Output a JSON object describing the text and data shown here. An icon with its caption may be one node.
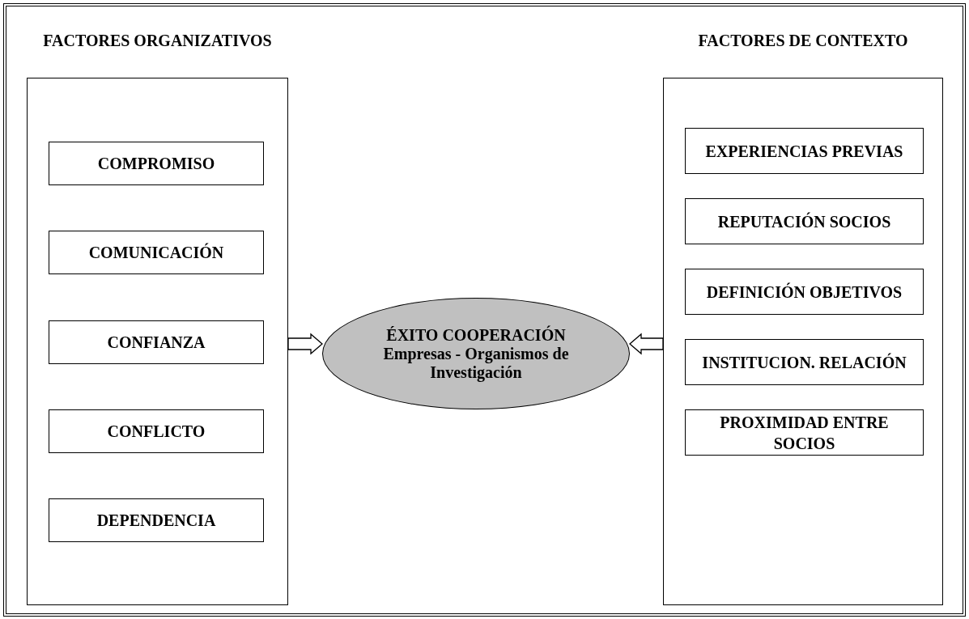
{
  "diagram": {
    "nodes": [
      {
        "text": [
          "FACTORES ORGANIZATIVOS"
        ]
      },
      {
        "text": [
          "COMPROMISO"
        ],
        "in": 0
      },
      {
        "text": [
          "COMUNICACIÓN"
        ],
        "in": 0
      },
      {
        "text": [
          "CONFIANZA"
        ],
        "in": 0
      },
      {
        "text": [
          "CONFLICTO"
        ],
        "in": 0
      },
      {
        "text": [
          "DEPENDENCIA"
        ],
        "in": 0
      },
      {
        "text": [
          "FACTORES DE CONTEXTO"
        ]
      },
      {
        "text": [
          "EXPERIENCIAS PREVIAS"
        ],
        "in": 6
      },
      {
        "text": [
          "REPUTACIÓN SOCIOS"
        ],
        "in": 6
      },
      {
        "text": [
          "DEFINICIÓN OBJETIVOS"
        ],
        "in": 6
      },
      {
        "text": [
          "INSTITUCION. RELACIÓN"
        ],
        "in": 6
      },
      {
        "text": [
          "PROXIMIDAD ENTRE SOCIOS"
        ],
        "in": 6
      },
      {
        "text": [
          "ÉXITO COOPERACIÓN",
          "Empresas - Organismos de Investigación"
        ]
      }
    ],
    "edges": [
      {
        "from": 0,
        "to": 12,
        "arrow": "to"
      },
      {
        "from": 6,
        "to": 12,
        "arrow": "to"
      }
    ]
  }
}
